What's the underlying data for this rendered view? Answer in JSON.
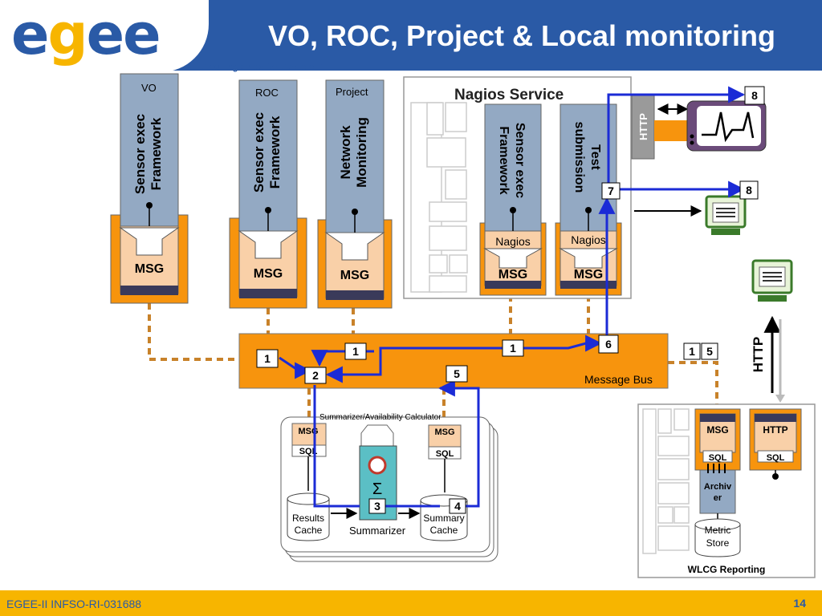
{
  "header": {
    "logo": "egee",
    "title": "VO, ROC, Project & Local monitoring",
    "subtitle": "Enabling Grids for E-sciencE"
  },
  "footer": {
    "left": "EGEE-II INFSO-RI-031688",
    "page": "14"
  },
  "diagram": {
    "vo": {
      "tag": "VO",
      "label1": "Sensor exec",
      "label2": "Framework",
      "msg": "MSG"
    },
    "roc": {
      "tag": "ROC",
      "label1": "Sensor exec",
      "label2": "Framework",
      "msg": "MSG"
    },
    "project": {
      "tag": "Project",
      "label1": "Network",
      "label2": "Monitoring",
      "msg": "MSG"
    },
    "nagios_service": {
      "title": "Nagios Service",
      "sensor1": "Sensor exec",
      "sensor2": "Framework",
      "test1": "Test",
      "test2": "submission",
      "nagios1": "Nagios",
      "nagios2": "Nagios",
      "msg1": "MSG",
      "msg2": "MSG",
      "http": "HTTP"
    },
    "message_bus": {
      "label": "Message Bus"
    },
    "summarizer": {
      "title": "Summarizer/Availability Calculator",
      "msg1": "MSG",
      "sql1": "SQL",
      "msg2": "MSG",
      "sql2": "SQL",
      "results1": "Results",
      "results2": "Cache",
      "summarizer": "Summarizer",
      "summary1": "Summary",
      "summary2": "Cache",
      "sigma": "Σ"
    },
    "wlcg": {
      "title": "WLCG Reporting",
      "msg": "MSG",
      "sql": "SQL",
      "archiver1": "Archiv",
      "archiver2": "er",
      "metric1": "Metric",
      "metric2": "Store",
      "http": "HTTP",
      "sql2": "SQL"
    },
    "http_vertical": "HTTP",
    "steps": {
      "s1a": "1",
      "s1b": "1",
      "s1c": "1",
      "s1d": "1",
      "s2": "2",
      "s3": "3",
      "s4": "4",
      "s5": "5",
      "s5b": "5",
      "s6": "6",
      "s7": "7",
      "s8a": "8",
      "s8b": "8"
    }
  },
  "colors": {
    "brand_blue": "#2a5aa6",
    "orange": "#f7940d",
    "sensor_blue": "#93a9c3",
    "msg_peach": "#f9d0a8",
    "arrow_blue": "#1b2bd6",
    "teal": "#5bbfc5"
  }
}
